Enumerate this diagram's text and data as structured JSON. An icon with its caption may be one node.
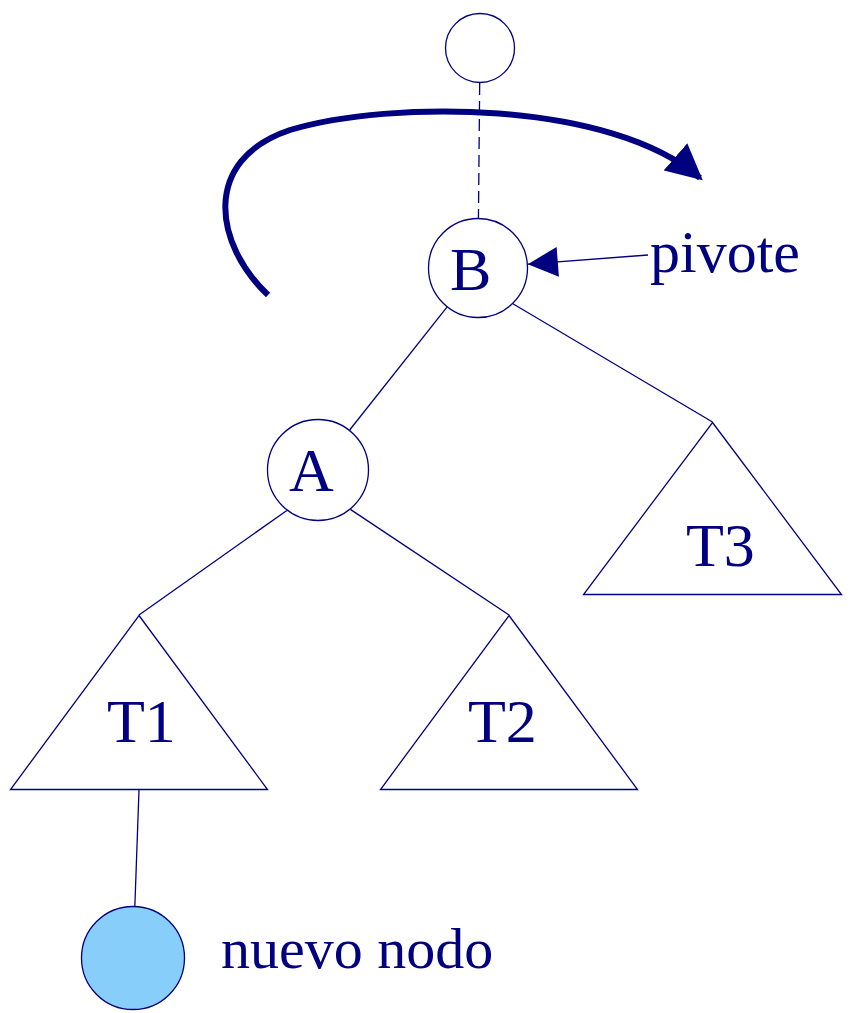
{
  "diagram": {
    "nodes": [
      {
        "text": [],
        "shape": "circle"
      },
      {
        "text": [
          "B"
        ]
      },
      {
        "text": [
          "pivote"
        ]
      },
      {
        "text": [
          "A"
        ]
      },
      {
        "text": [
          "T3"
        ]
      },
      {
        "text": [
          "T1"
        ]
      },
      {
        "text": [
          "T2"
        ]
      },
      {
        "text": [],
        "shape": "circle",
        "beside": [
          "nuevo nodo"
        ]
      }
    ],
    "edges": [
      {
        "from": 0,
        "to": 1,
        "arrow": "none",
        "style": "dashed"
      },
      {
        "from": 2,
        "to": 1,
        "arrow": "to"
      },
      {
        "from": 1,
        "to": 3,
        "arrow": "none"
      },
      {
        "from": 1,
        "to": 4,
        "arrow": "none"
      },
      {
        "from": 3,
        "to": 5,
        "arrow": "none"
      },
      {
        "from": 3,
        "to": 6,
        "arrow": "none"
      },
      {
        "from": 5,
        "to": 7,
        "arrow": "none"
      }
    ]
  }
}
